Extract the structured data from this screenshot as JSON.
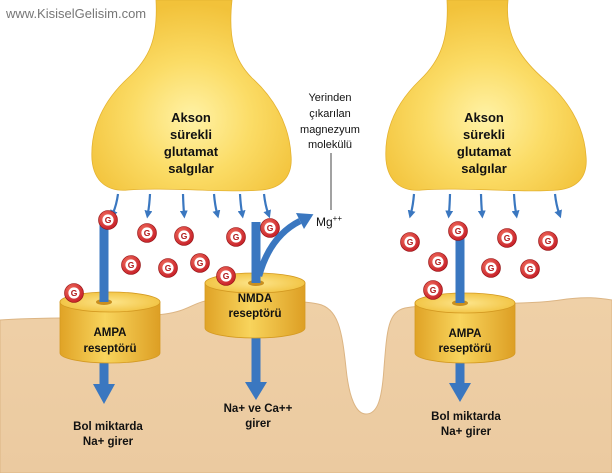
{
  "watermark": "www.KisiselGelisim.com",
  "terminals": [
    {
      "lines": [
        "Akson",
        "sürekli",
        "glutamat",
        "salgılar"
      ]
    },
    {
      "lines": [
        "Akson",
        "sürekli",
        "glutamat",
        "salgılar"
      ]
    }
  ],
  "glutamate": {
    "symbol": "G"
  },
  "magnesium": {
    "note_lines": [
      "Yerinden",
      "çıkarılan",
      "magnezyum",
      "molekülü"
    ],
    "symbol": "Mg",
    "charge": "++"
  },
  "receptors": [
    {
      "name": "AMPA",
      "word": "reseptörü",
      "outcome": [
        "Bol miktarda",
        "Na+ girer"
      ]
    },
    {
      "name": "NMDA",
      "word": "reseptörü",
      "outcome": [
        "Na+ ve Ca++",
        "girer"
      ]
    },
    {
      "name": "AMPA",
      "word": "reseptörü",
      "outcome": [
        "Bol miktarda",
        "Na+ girer"
      ]
    }
  ],
  "colors": {
    "terminal": "#f2c23a",
    "terminal_highlight": "#fff2a6",
    "receptor": "#f0bf3a",
    "membrane": "#ebcaa0",
    "ion_flow": "#3a77c0",
    "glutamate": "#c8222a",
    "text": "#111111",
    "watermark": "#777777"
  }
}
